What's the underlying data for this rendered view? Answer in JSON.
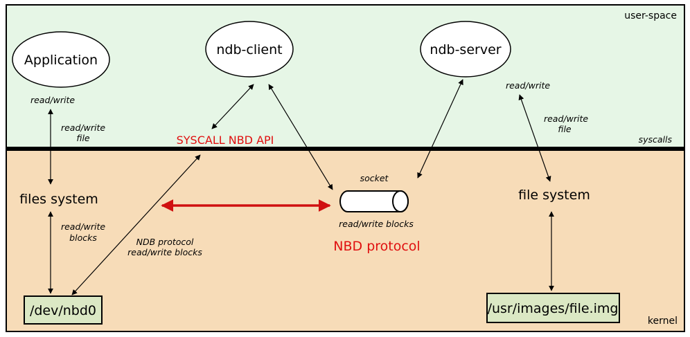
{
  "regions": {
    "user_space": "user-space",
    "syscalls": "syscalls",
    "kernel": "kernel"
  },
  "colors": {
    "user_space_fill": "#e6f6e6",
    "kernel_fill": "#f7dcb8",
    "device_box_fill": "#dbe8c4",
    "red": "#e01010"
  },
  "nodes": {
    "application": "Application",
    "ndb_client": "ndb-client",
    "ndb_server": "ndb-server",
    "files_system": "files system",
    "file_system": "file system",
    "dev_nbd0": "/dev/nbd0",
    "usr_images": "/usr/images/file.img",
    "socket": "socket",
    "socket_caption": "read/write blocks"
  },
  "labels": {
    "app_read_write": "read/write",
    "app_rw_file_1": "read/write",
    "app_rw_file_2": "file",
    "syscall_api": "SYSCALL NBD API",
    "fs_rw_blocks_1": "read/write",
    "fs_rw_blocks_2": "blocks",
    "ndb_protocol_1": "NDB protocol",
    "ndb_protocol_2": "read/write blocks",
    "nbd_protocol": "NBD protocol",
    "server_read_write": "read/write",
    "server_rw_file_1": "read/write",
    "server_rw_file_2": "file"
  }
}
